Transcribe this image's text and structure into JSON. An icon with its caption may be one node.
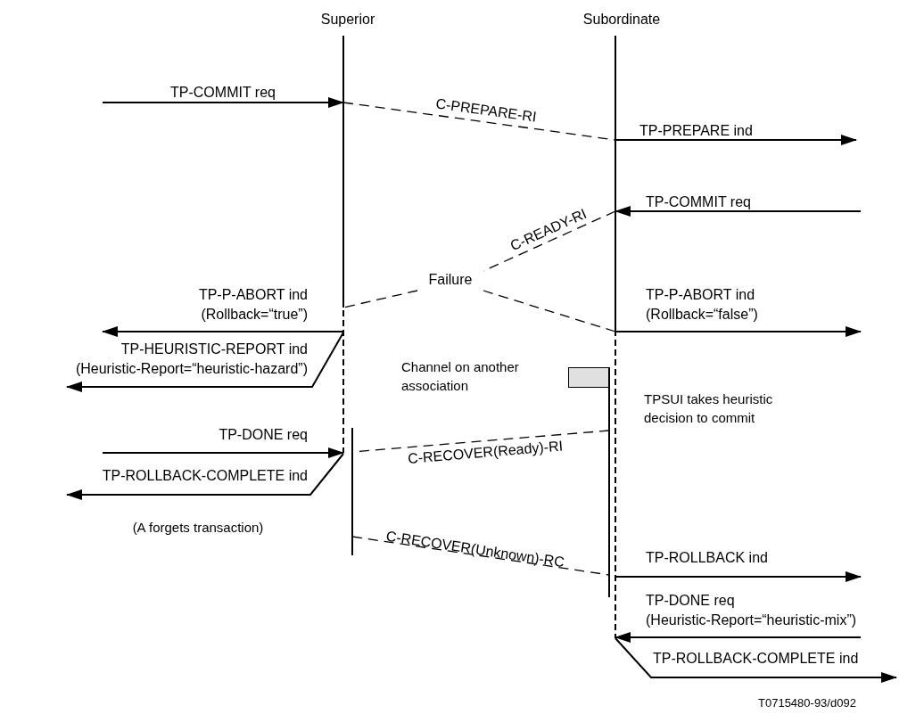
{
  "diagram": {
    "nodes": [
      {
        "text": [
          "Superior"
        ]
      },
      {
        "text": [
          "Subordinate"
        ]
      },
      {
        "text": [],
        "shape": "bar"
      },
      {
        "text": [],
        "shape": "bar"
      },
      {
        "text": [],
        "shape": "bar"
      },
      {
        "text": [],
        "shape": "bar"
      },
      {
        "text": [
          "Failure"
        ]
      }
    ],
    "edges": [
      {
        "from": null,
        "to": 2,
        "arrow": "to",
        "label": "TP-COMMIT req"
      },
      {
        "from": 2,
        "to": 3,
        "arrow": "none",
        "style": "dashed",
        "label": "C-PREPARE-RI"
      },
      {
        "from": 3,
        "to": null,
        "arrow": "to",
        "label": "TP-PREPARE ind"
      },
      {
        "from": null,
        "to": 3,
        "arrow": "to",
        "label": "TP-COMMIT req"
      },
      {
        "from": 3,
        "to": 6,
        "arrow": "none",
        "style": "dashed",
        "label": "C-READY-RI"
      },
      {
        "from": 6,
        "to": 2,
        "arrow": "none",
        "style": "dashed"
      },
      {
        "from": 6,
        "to": 3,
        "arrow": "none",
        "style": "dashed"
      },
      {
        "from": 2,
        "to": null,
        "arrow": "to",
        "label": "TP-P-ABORT ind (Rollback=“true”)"
      },
      {
        "from": 2,
        "to": null,
        "arrow": "to",
        "label": "TP-HEURISTIC-REPORT ind (Heuristic-Report=“heuristic-hazard”)"
      },
      {
        "from": 3,
        "to": null,
        "arrow": "to",
        "label": "TP-P-ABORT ind (Rollback=“false”)"
      },
      {
        "from": 5,
        "to": 4,
        "arrow": "none",
        "style": "dashed",
        "label": "C-RECOVER(Ready)-RI"
      },
      {
        "from": null,
        "to": 2,
        "arrow": "to",
        "label": "TP-DONE req"
      },
      {
        "from": 2,
        "to": null,
        "arrow": "to",
        "label": "TP-ROLLBACK-COMPLETE ind"
      },
      {
        "from": 4,
        "to": 5,
        "arrow": "none",
        "style": "dashed",
        "label": "C-RECOVER(Unknown)-RC"
      },
      {
        "from": 3,
        "to": null,
        "arrow": "to",
        "label": "TP-ROLLBACK ind"
      },
      {
        "from": null,
        "to": 3,
        "arrow": "to",
        "label": "TP-DONE req (Heuristic-Report=“heuristic-mix”)"
      },
      {
        "from": 3,
        "to": null,
        "arrow": "to",
        "label": "TP-ROLLBACK-COMPLETE ind"
      }
    ],
    "labels": [
      "Channel on another association",
      "TPSUI takes heuristic decision to commit",
      "(A forgets transaction)",
      "T0715480-93/d092"
    ]
  }
}
